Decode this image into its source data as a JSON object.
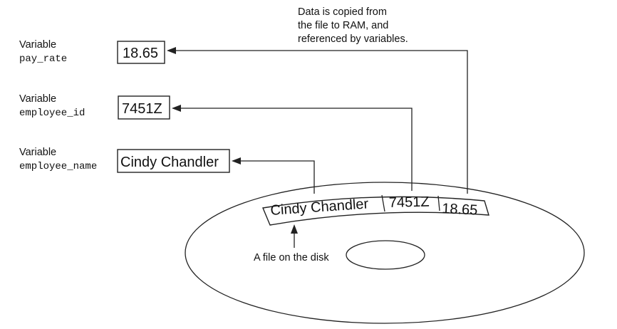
{
  "caption": {
    "lines": [
      "Data is copied from",
      "the file to RAM, and",
      "referenced by variables."
    ]
  },
  "variables": [
    {
      "label": "Variable",
      "name": "pay_rate",
      "value": "18.65"
    },
    {
      "label": "Variable",
      "name": "employee_id",
      "value": "7451Z"
    },
    {
      "label": "Variable",
      "name": "employee_name",
      "value": "Cindy Chandler"
    }
  ],
  "file_record": {
    "fields": [
      "Cindy Chandler",
      "7451Z",
      "18.65"
    ]
  },
  "disk": {
    "label": "A file on the disk"
  },
  "colors": {
    "line": "#222222",
    "background": "#ffffff"
  }
}
